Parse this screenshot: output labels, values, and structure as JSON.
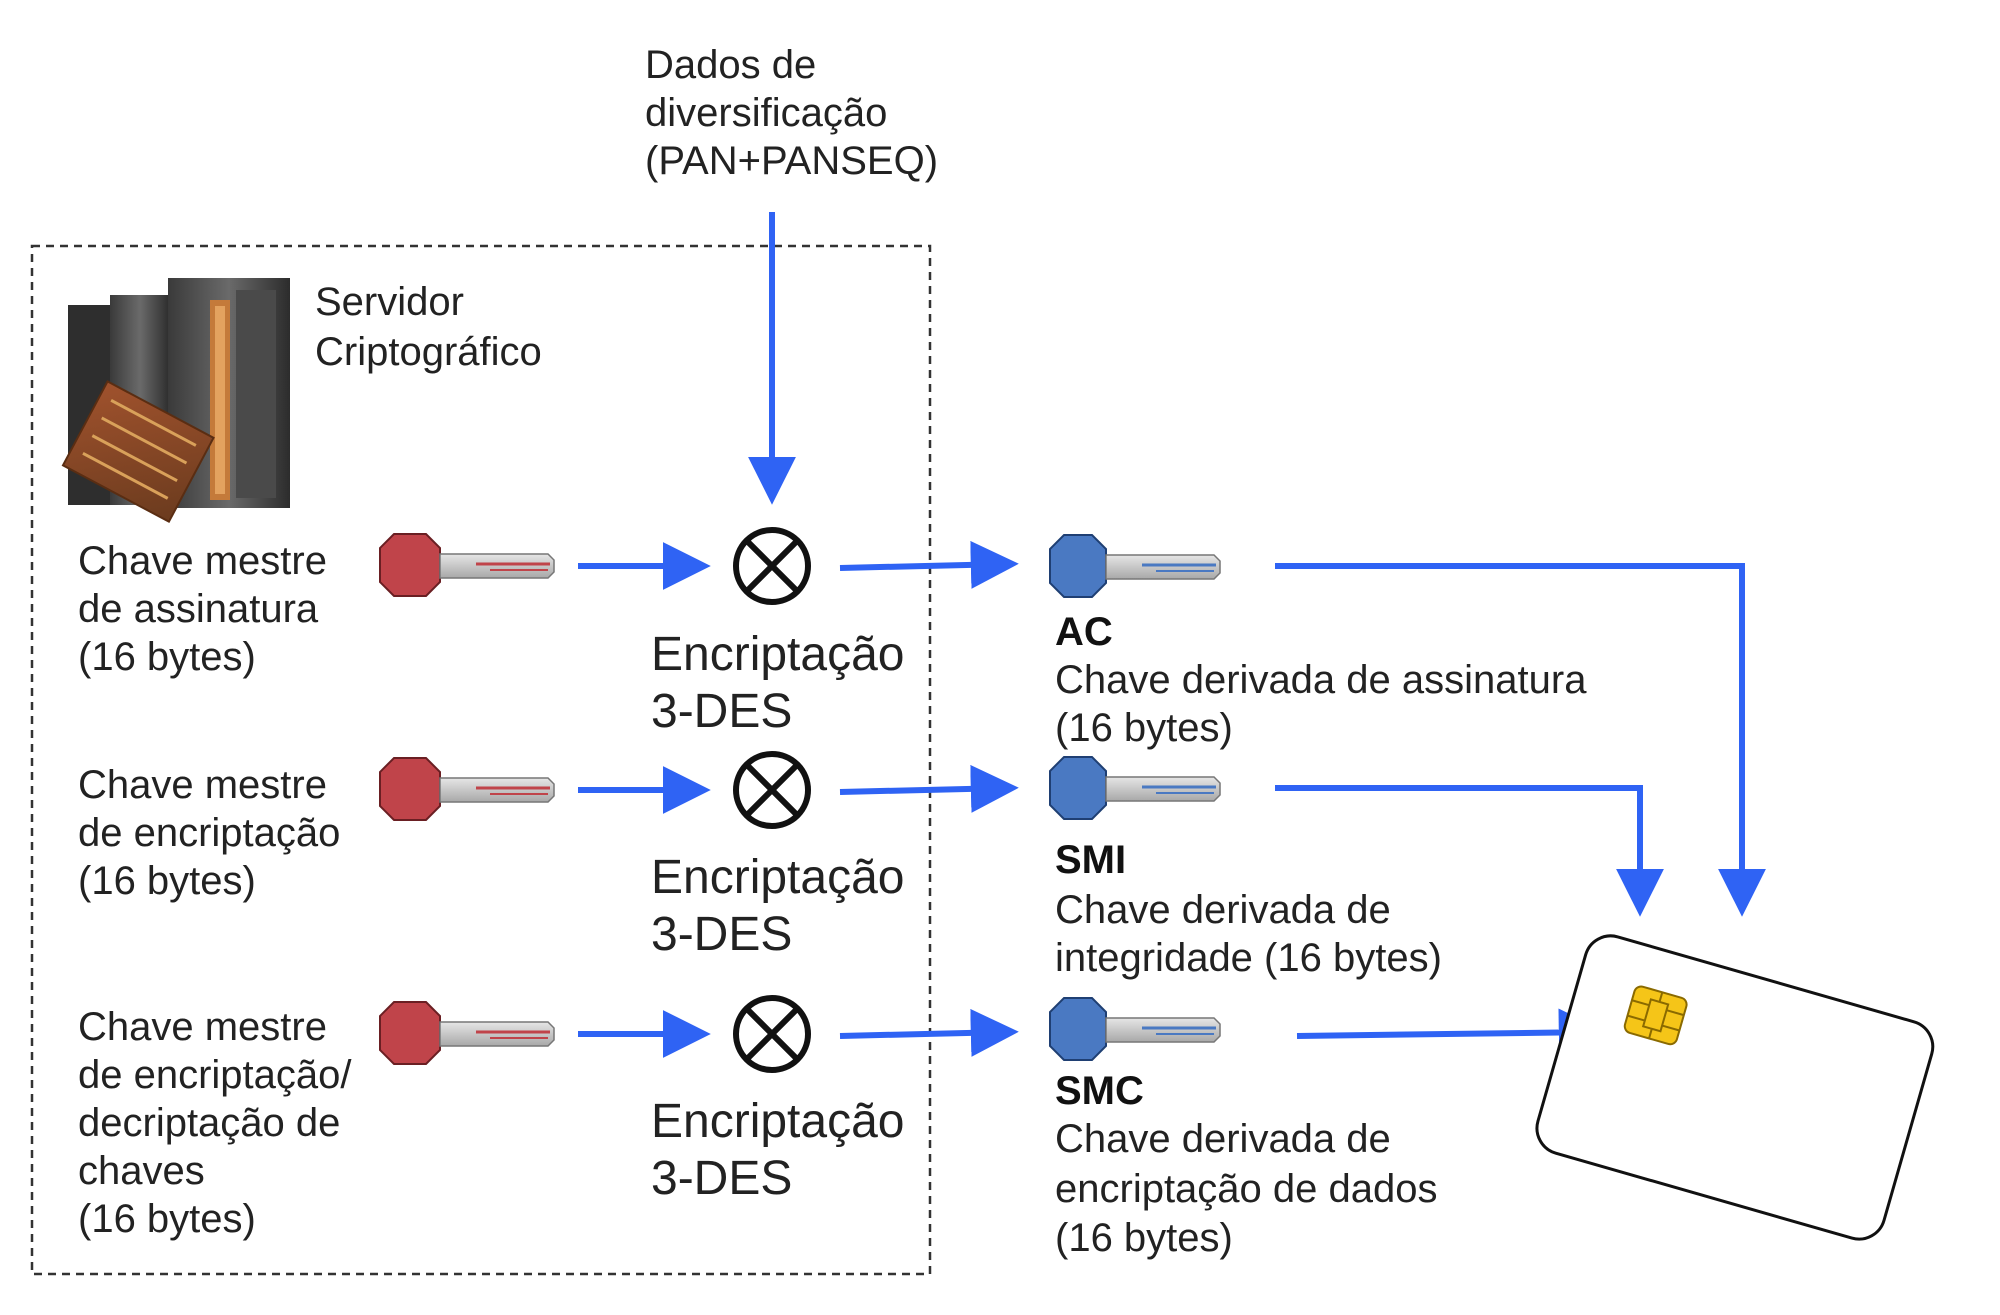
{
  "diversification": {
    "lines": [
      "Dados de",
      "diversificação",
      "(PAN+PANSEQ)"
    ]
  },
  "server": {
    "lines": [
      "Servidor",
      "Criptográfico"
    ]
  },
  "master_keys": [
    {
      "lines": [
        "Chave mestre",
        "de assinatura",
        "(16 bytes)"
      ]
    },
    {
      "lines": [
        "Chave mestre",
        "de encriptação",
        "(16 bytes)"
      ]
    },
    {
      "lines": [
        "Chave mestre",
        "de encriptação/",
        "decriptação de",
        "chaves",
        "(16 bytes)"
      ]
    }
  ],
  "encryption_steps": [
    {
      "lines": [
        "Encriptação",
        "3-DES"
      ]
    },
    {
      "lines": [
        "Encriptação",
        "3-DES"
      ]
    },
    {
      "lines": [
        "Encriptação",
        "3-DES"
      ]
    }
  ],
  "derived_keys": [
    {
      "code": "AC",
      "lines": [
        "Chave derivada de assinatura",
        "(16 bytes)"
      ]
    },
    {
      "code": "SMI",
      "lines": [
        "Chave derivada de",
        "integridade (16 bytes)"
      ]
    },
    {
      "code": "SMC",
      "lines": [
        "Chave derivada de",
        "encriptação de dados",
        "(16 bytes)"
      ]
    }
  ],
  "colors": {
    "arrow": "#2f63f4",
    "master_key": "#c0444a",
    "derived_key": "#4a79c2",
    "key_blade": "#c8c8c8",
    "chip": "#f5c518",
    "dashed_border": "#333333"
  },
  "icons": {
    "server": "server-rack-icon",
    "master_key": "key-icon",
    "derived_key": "key-icon",
    "encryption": "circled-times-icon",
    "card": "smart-card-icon",
    "chip": "chip-icon"
  }
}
